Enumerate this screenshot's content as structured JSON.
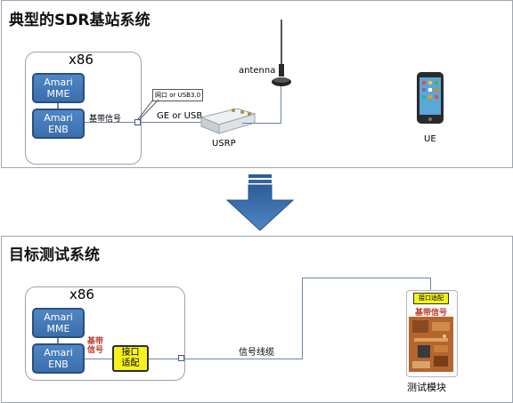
{
  "top": {
    "title": "典型的SDR基站系统",
    "host_label": "x86",
    "mme_label": [
      "Amari",
      "MME"
    ],
    "enb_label": [
      "Amari",
      "ENB"
    ],
    "baseband_label": "基带信号",
    "callout": "网口 or USB3.0",
    "link_label": "GE or USB",
    "usrp_label": "USRP",
    "antenna_label": "antenna",
    "ue_label": "UE"
  },
  "bottom": {
    "title": "目标测试系统",
    "host_label": "x86",
    "mme_label": [
      "Amari",
      "MME"
    ],
    "enb_label": [
      "Amari",
      "ENB"
    ],
    "baseband_label": [
      "基带",
      "信号"
    ],
    "adapter_label": [
      "接口",
      "适配"
    ],
    "cable_label": "信号线缆",
    "module_tag": "接口适配",
    "module_red": "基带信号",
    "module_label": "测试模块"
  },
  "colors": {
    "blue_box": "#4a80bf",
    "arrow": "#3f72b0",
    "yellow": "#f7f21c",
    "red_text": "#c0392b"
  }
}
